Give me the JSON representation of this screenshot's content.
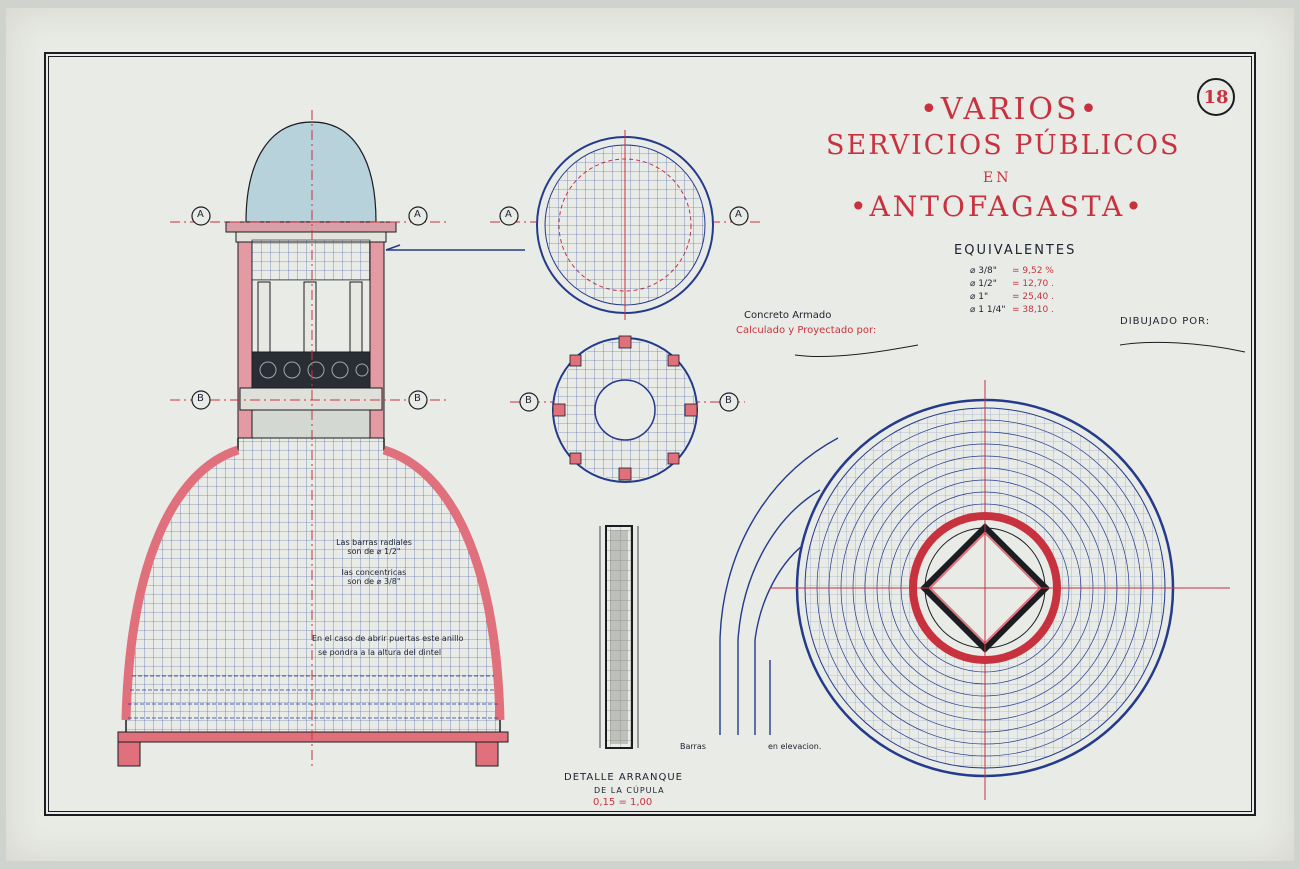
{
  "sheet_number": "18",
  "title": {
    "line1": "•VARIOS•",
    "line2": "SERVICIOS PÚBLICOS",
    "line3": "EN",
    "line4": "•ANTOFAGASTA•"
  },
  "equivalentes": {
    "heading": "EQUIVALENTES",
    "rows": [
      {
        "in": "⌀ 3/8\"",
        "mm": "= 9,52 %"
      },
      {
        "in": "⌀ 1/2\"",
        "mm": "= 12,70 ."
      },
      {
        "in": "⌀ 1\"",
        "mm": "= 25,40 ."
      },
      {
        "in": "⌀ 1 1/4\"",
        "mm": "= 38,10 ."
      }
    ]
  },
  "credits": {
    "concreto": "Concreto Armado",
    "calculado": "Calculado y Proyectado por:",
    "dibujado": "DIBUJADO POR:"
  },
  "section_labels": {
    "a": "A",
    "b": "B"
  },
  "notes": {
    "radiales": "Las barras radiales son de ⌀ 1/2\"",
    "concentricas": "las concentricas son de ⌀ 3/8\"",
    "puertas1": "En el caso de abrir puertas este anillo",
    "puertas2": "se pondra a la altura del dintel",
    "barras": "Barras",
    "elevacion": "en elevacion."
  },
  "detalle": {
    "line1": "DETALLE ARRANQUE",
    "line2": "DE LA CÚPULA",
    "scale": "0,15 = 1,00"
  },
  "colors": {
    "red": "#c8323f",
    "blue": "#243a8c",
    "ink": "#1b1d22",
    "paper": "#e9ebe6"
  }
}
